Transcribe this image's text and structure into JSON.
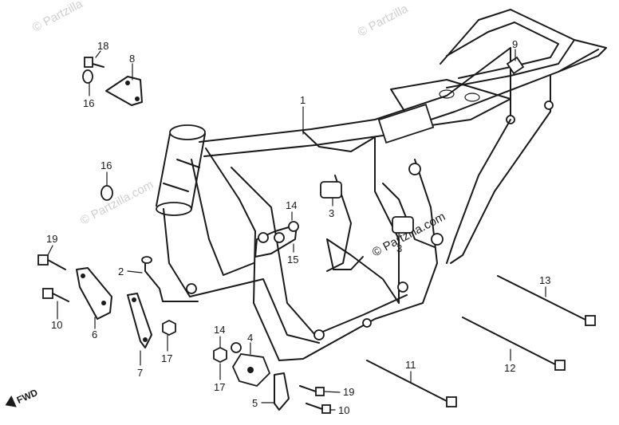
{
  "watermark": "© Partzilla.com",
  "watermark_partial": "© Partzilla",
  "direction_label": "FWD",
  "callouts": {
    "n1": "1",
    "n2": "2",
    "n3a": "3",
    "n3b": "3",
    "n4": "4",
    "n5": "5",
    "n6": "6",
    "n7": "7",
    "n8": "8",
    "n9": "9",
    "n10a": "10",
    "n10b": "10",
    "n11": "11",
    "n12": "12",
    "n13": "13",
    "n14a": "14",
    "n14b": "14",
    "n15": "15",
    "n16a": "16",
    "n16b": "16",
    "n17a": "17",
    "n17b": "17",
    "n18": "18",
    "n19a": "19",
    "n19b": "19"
  }
}
